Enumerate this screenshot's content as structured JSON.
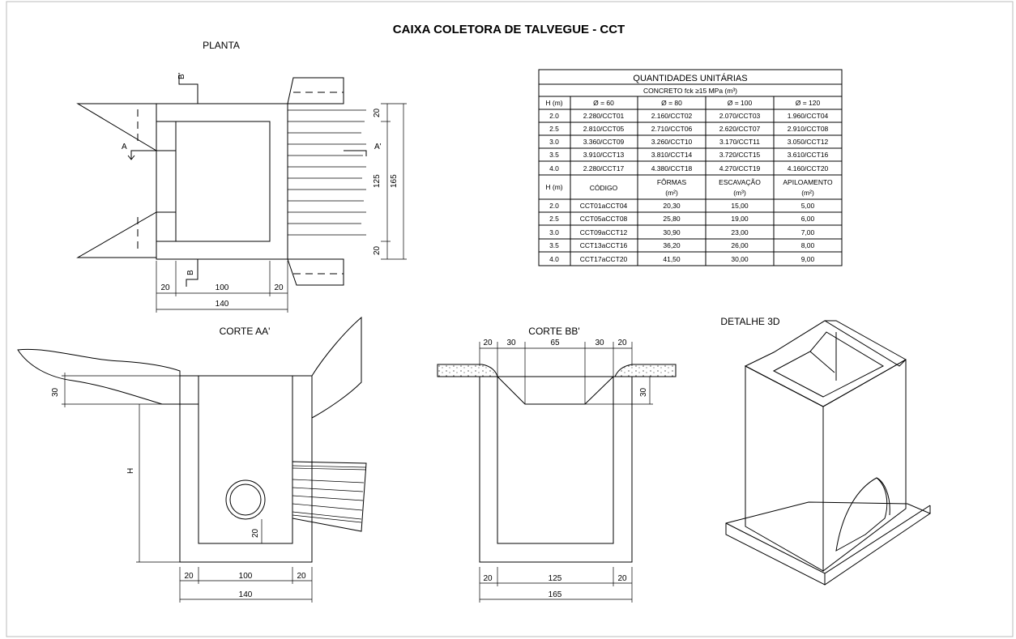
{
  "title": "CAIXA COLETORA DE TALVEGUE - CCT",
  "views": {
    "planta": "PLANTA",
    "corte_aa": "CORTE AA'",
    "corte_bb": "CORTE BB'",
    "detalhe_3d": "DETALHE 3D"
  },
  "section_marks": {
    "a": "A",
    "a_prime": "A'",
    "b": "B",
    "b_prime": "B'"
  },
  "dims": {
    "planta": {
      "top_wall": "20",
      "inner": "125",
      "bottom_wall": "20",
      "total_h": "165",
      "left_wall": "20",
      "inner_w": "100",
      "right_wall": "20",
      "total_w": "140"
    },
    "corte_aa": {
      "cover": "30",
      "height": "H",
      "pipe_base": "20",
      "left_wall": "20",
      "inner_w": "100",
      "right_wall": "20",
      "total_w": "140"
    },
    "corte_bb": {
      "top_left": "20",
      "slope_left": "30",
      "opening": "65",
      "slope_right": "30",
      "top_right": "20",
      "depth": "30",
      "left_wall": "20",
      "inner_w": "125",
      "right_wall": "20",
      "total_w": "165"
    }
  },
  "table": {
    "title": "QUANTIDADES UNITÁRIAS",
    "subtitle": "CONCRETO fck ≥15 MPa (m³)",
    "head1": [
      "H (m)",
      "Ø = 60",
      "Ø = 80",
      "Ø = 100",
      "Ø = 120"
    ],
    "rows1": [
      [
        "2.0",
        "2.280/CCT01",
        "2.160/CCT02",
        "2.070/CCT03",
        "1.960/CCT04"
      ],
      [
        "2.5",
        "2.810/CCT05",
        "2.710/CCT06",
        "2.620/CCT07",
        "2.910/CCT08"
      ],
      [
        "3.0",
        "3.360/CCT09",
        "3.260/CCT10",
        "3.170/CCT11",
        "3.050/CCT12"
      ],
      [
        "3.5",
        "3.910/CCT13",
        "3.810/CCT14",
        "3.720/CCT15",
        "3.610/CCT16"
      ],
      [
        "4.0",
        "2.280/CCT17",
        "4.380/CCT18",
        "4.270/CCT19",
        "4.160/CCT20"
      ]
    ],
    "head2": [
      {
        "l1": "H (m)",
        "l2": ""
      },
      {
        "l1": "CÓDIGO",
        "l2": ""
      },
      {
        "l1": "FÔRMAS",
        "l2": "(m²)"
      },
      {
        "l1": "ESCAVAÇÃO",
        "l2": "(m³)"
      },
      {
        "l1": "APILOAMENTO",
        "l2": "(m²)"
      }
    ],
    "rows2": [
      [
        "2.0",
        "CCT01aCCT04",
        "20,30",
        "15,00",
        "5,00"
      ],
      [
        "2.5",
        "CCT05aCCT08",
        "25,80",
        "19,00",
        "6,00"
      ],
      [
        "3.0",
        "CCT09aCCT12",
        "30,90",
        "23,00",
        "7,00"
      ],
      [
        "3.5",
        "CCT13aCCT16",
        "36,20",
        "26,00",
        "8,00"
      ],
      [
        "4.0",
        "CCT17aCCT20",
        "41,50",
        "30,00",
        "9,00"
      ]
    ]
  },
  "colors": {
    "grass": "#2fa83a",
    "line": "#000000"
  }
}
